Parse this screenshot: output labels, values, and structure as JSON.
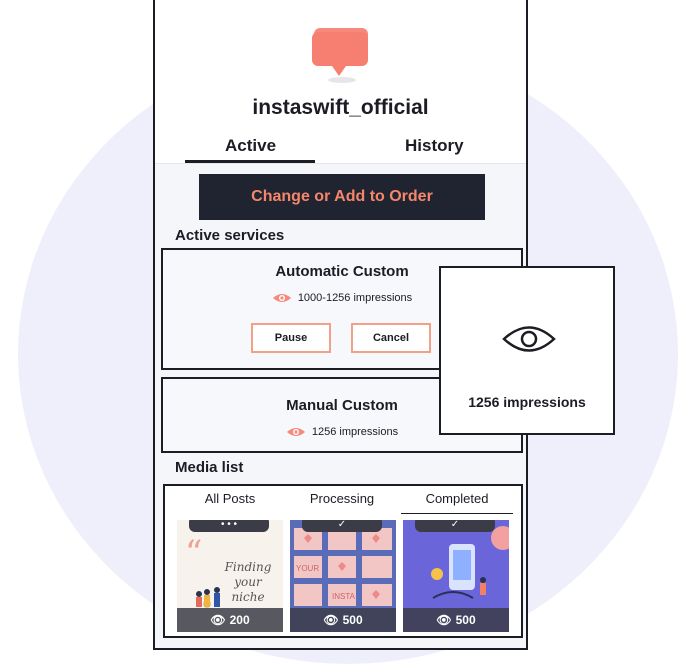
{
  "account": {
    "username": "instaswift_official"
  },
  "tabs": {
    "active": "Active",
    "history": "History"
  },
  "cta": {
    "label": "Change or Add to Order"
  },
  "active_services": {
    "heading": "Active services",
    "items": [
      {
        "title": "Automatic Custom",
        "impressions": "1000-1256 impressions",
        "pause": "Pause",
        "cancel": "Cancel"
      },
      {
        "title": "Manual Custom",
        "impressions": "1256 impressions"
      }
    ]
  },
  "media": {
    "heading": "Media list",
    "tabs": [
      "All Posts",
      "Processing",
      "Completed"
    ],
    "selected_tab": "Completed",
    "thumbs": [
      {
        "status_glyph": "• • •",
        "views": "200",
        "caption_lines": [
          "Finding",
          "your",
          "niche"
        ]
      },
      {
        "status_glyph": "✓",
        "views": "500",
        "tile_words": [
          "YOUR",
          "INSTA"
        ]
      },
      {
        "status_glyph": "✓",
        "views": "500"
      }
    ]
  },
  "overlay": {
    "impressions": "1256 impressions"
  },
  "colors": {
    "accent": "#f5866b",
    "dark": "#1f2430",
    "logo": "#f77f72",
    "bg_circle": "#efeffb"
  }
}
